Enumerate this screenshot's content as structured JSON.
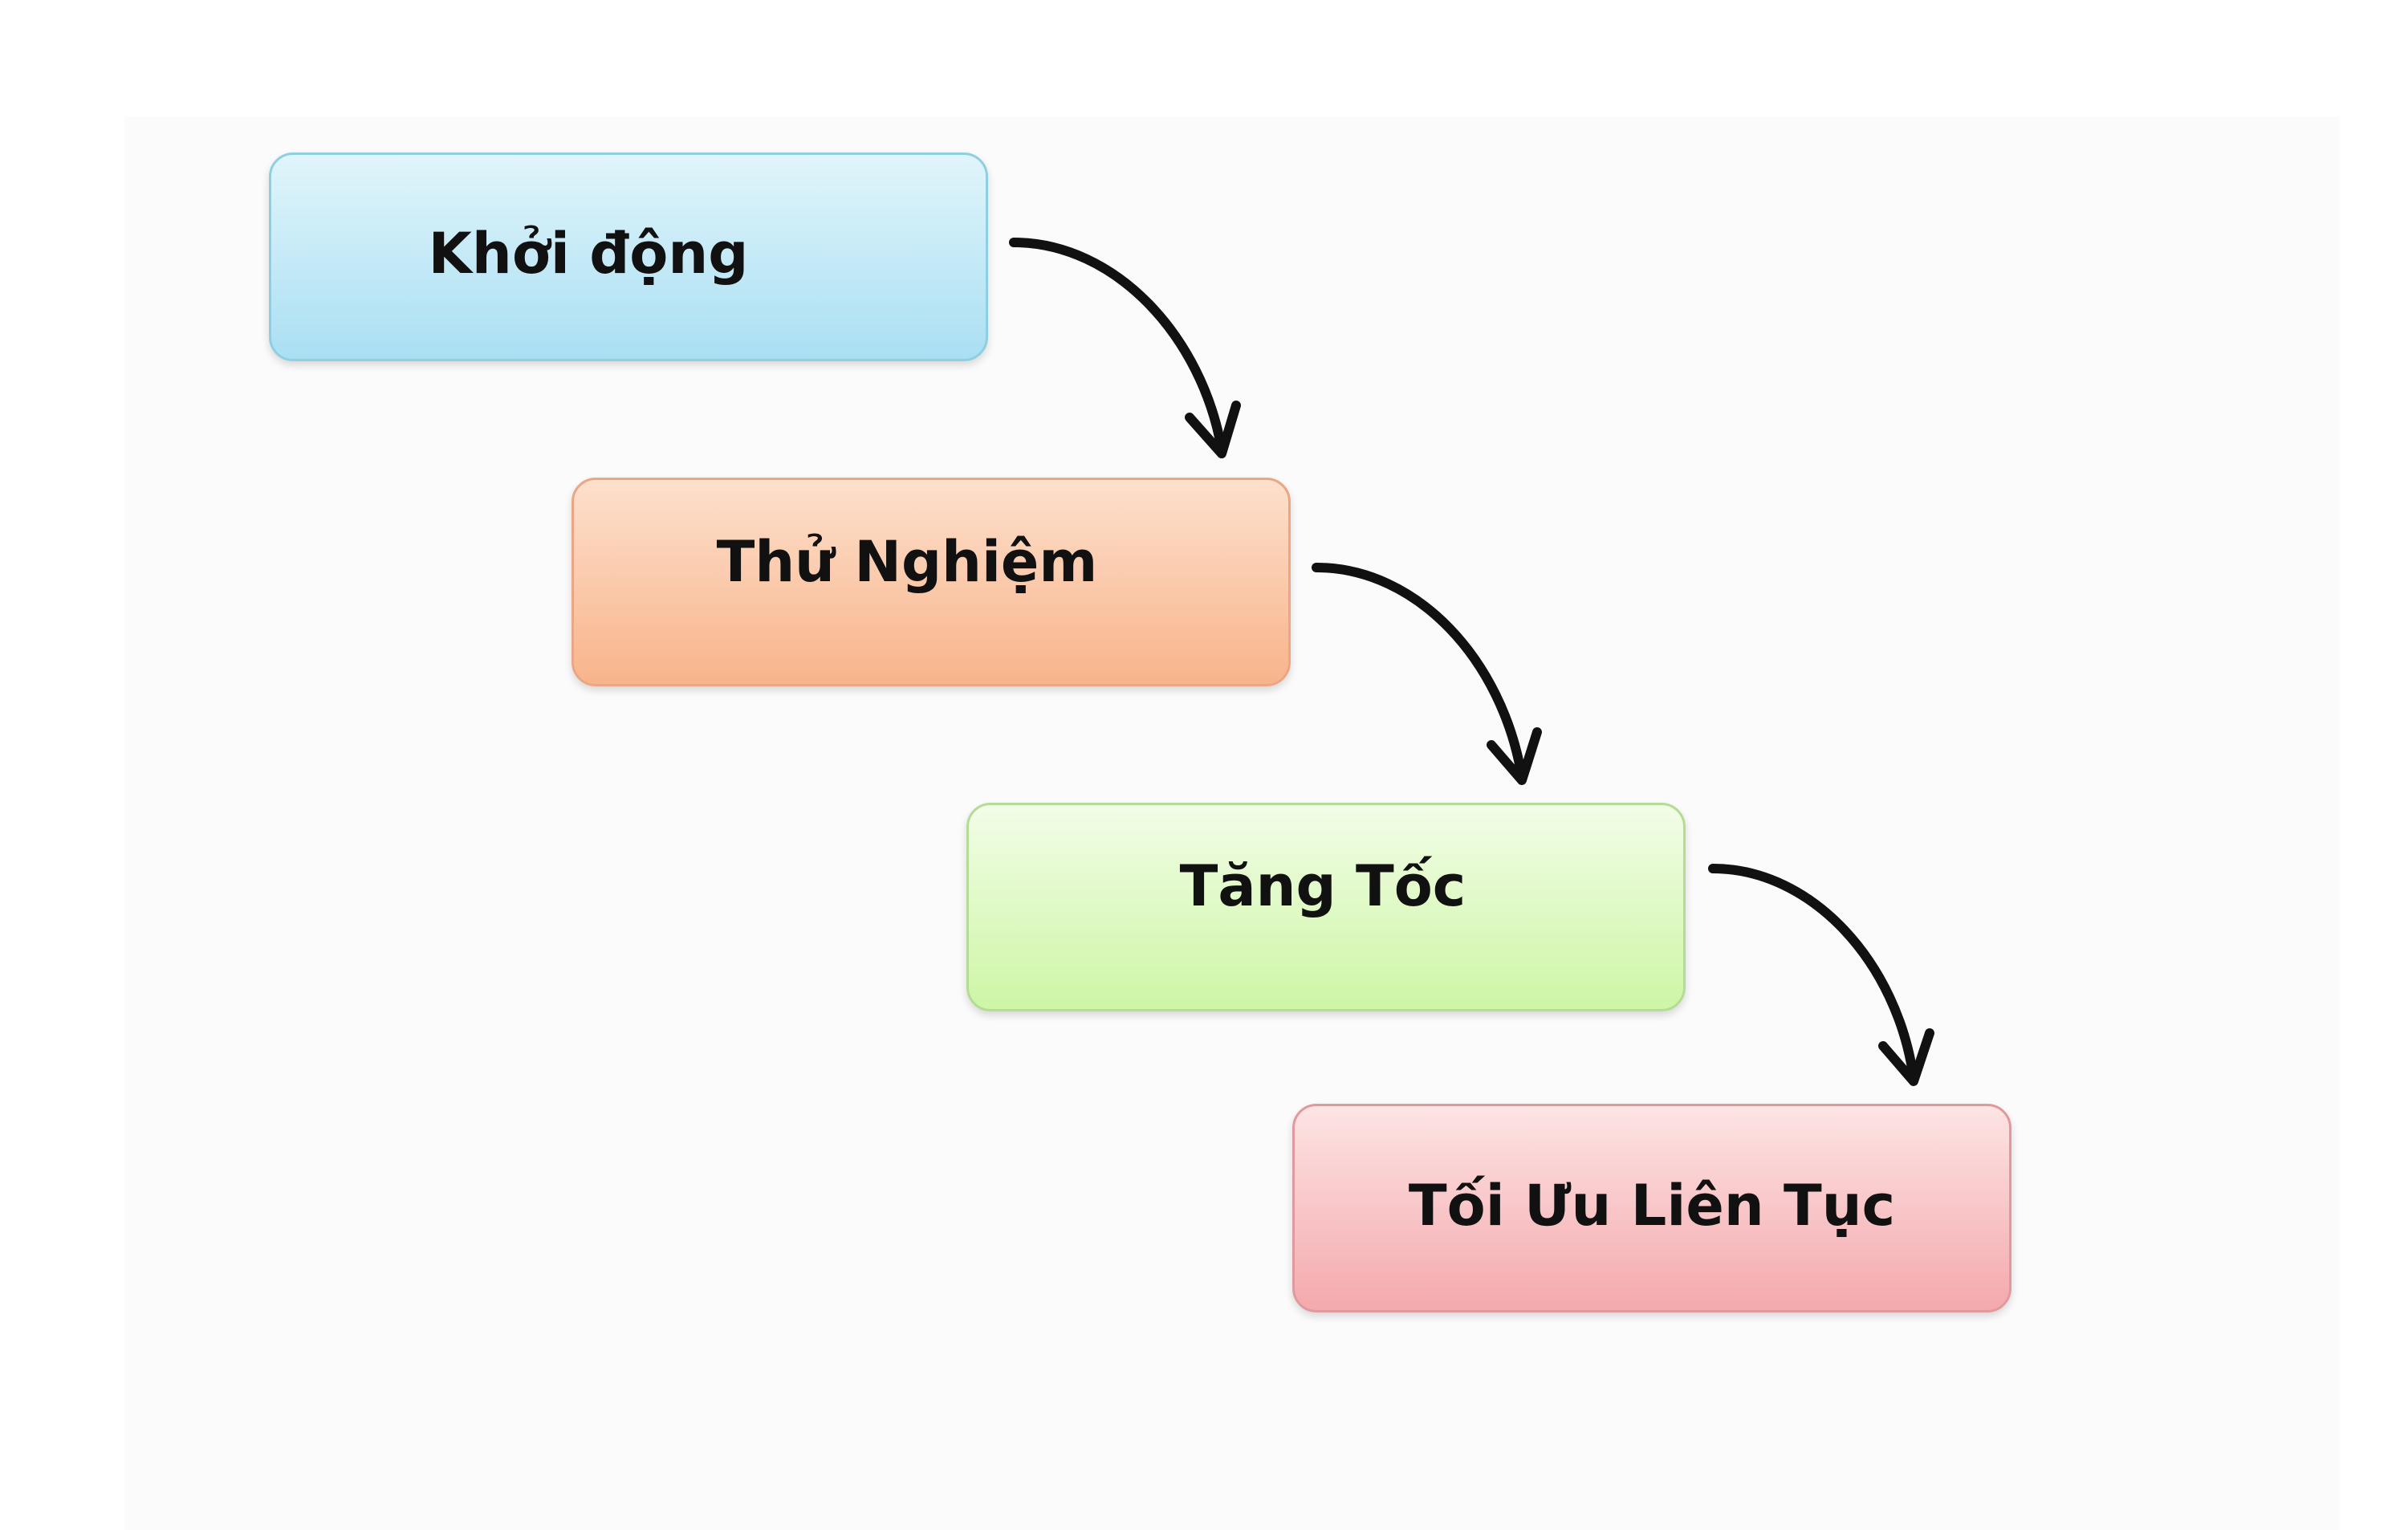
{
  "steps": [
    {
      "label": "Khởi động",
      "color": "#b6e5f6"
    },
    {
      "label": "Thử Nghiệm",
      "color": "#f9c3a1"
    },
    {
      "label": "Tăng Tốc",
      "color": "#dbf9bd"
    },
    {
      "label": "Tối Ưu Liên Tục",
      "color": "#f6b8bb"
    }
  ],
  "connectors": [
    {
      "from": "Khởi động",
      "to": "Thử Nghiệm"
    },
    {
      "from": "Thử Nghiệm",
      "to": "Tăng Tốc"
    },
    {
      "from": "Tăng Tốc",
      "to": "Tối Ưu Liên Tục"
    }
  ]
}
